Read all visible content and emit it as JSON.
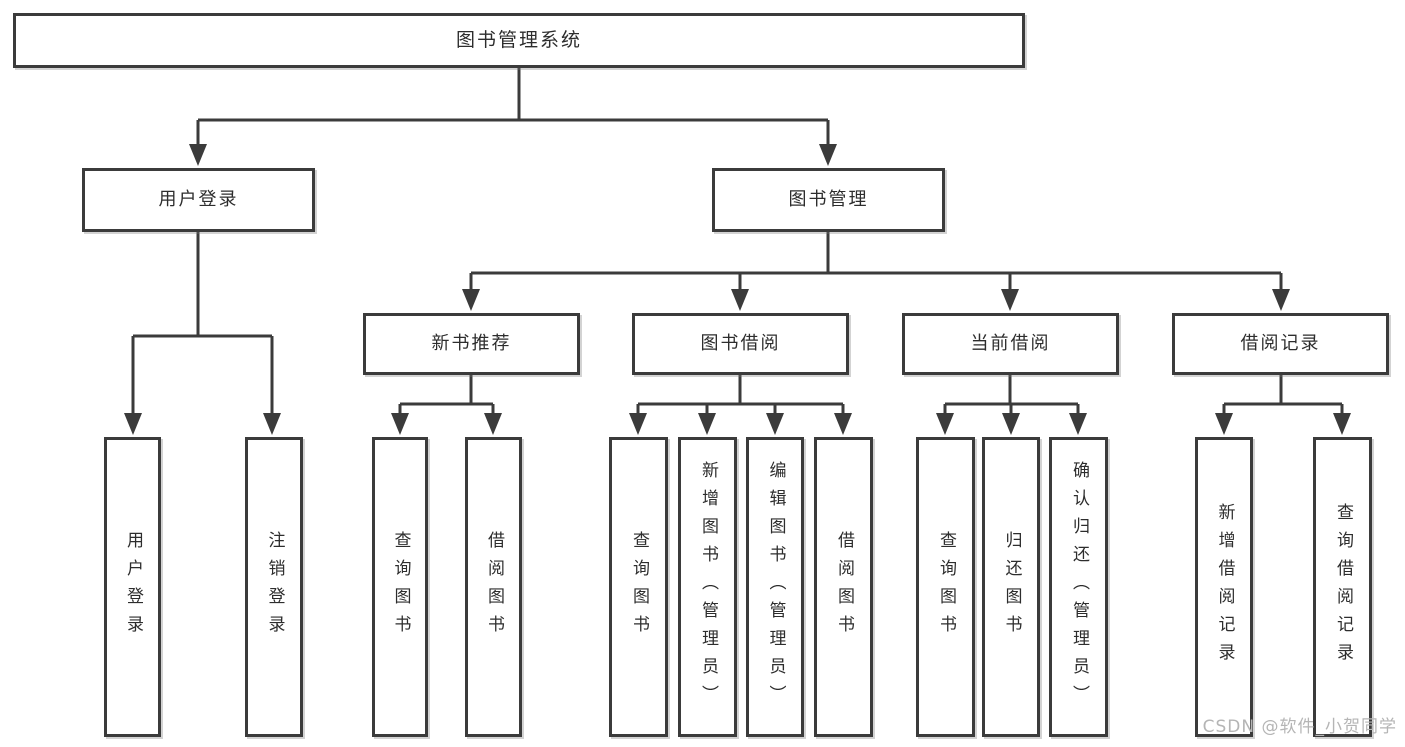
{
  "colors": {
    "line": "#3b3b3b",
    "text": "#2d2d2d",
    "watermark": "#b5b5b5",
    "background": "#ffffff"
  },
  "tree": {
    "root": {
      "label": "图书管理系统"
    },
    "children": [
      {
        "label": "用户登录",
        "children": [
          {
            "label": "用户登录"
          },
          {
            "label": "注销登录"
          }
        ]
      },
      {
        "label": "图书管理",
        "children": [
          {
            "label": "新书推荐",
            "children": [
              {
                "label": "查询图书"
              },
              {
                "label": "借阅图书"
              }
            ]
          },
          {
            "label": "图书借阅",
            "children": [
              {
                "label": "查询图书"
              },
              {
                "label": "新增图书（管理员）"
              },
              {
                "label": "编辑图书（管理员）"
              },
              {
                "label": "借阅图书"
              }
            ]
          },
          {
            "label": "当前借阅",
            "children": [
              {
                "label": "查询图书"
              },
              {
                "label": "归还图书"
              },
              {
                "label": "确认归还（管理员）"
              }
            ]
          },
          {
            "label": "借阅记录",
            "children": [
              {
                "label": "新增借阅记录"
              },
              {
                "label": "查询借阅记录"
              }
            ]
          }
        ]
      }
    ]
  },
  "watermark": {
    "text": "CSDN @软件_小贺同学"
  }
}
